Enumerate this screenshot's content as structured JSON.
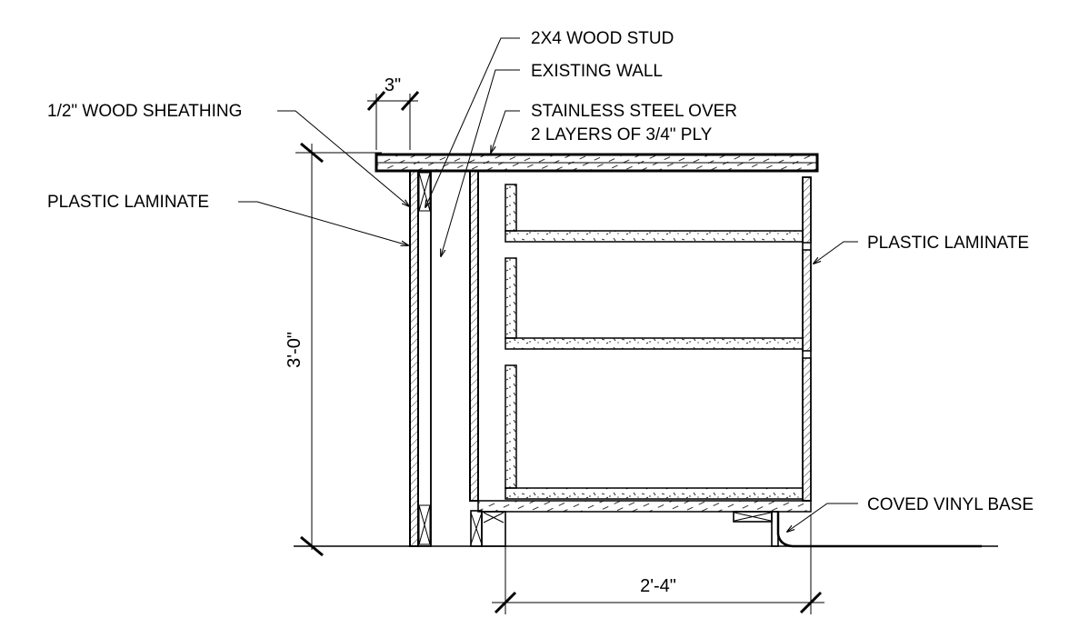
{
  "labels": {
    "wood_stud": "2X4 WOOD STUD",
    "existing_wall": "EXISTING WALL",
    "stainless_line1": "STAINLESS STEEL OVER",
    "stainless_line2": "2 LAYERS OF 3/4\" PLY",
    "sheathing": "1/2\" WOOD SHEATHING",
    "laminate_left": "PLASTIC LAMINATE",
    "laminate_right": "PLASTIC LAMINATE",
    "coved_base": "COVED VINYL BASE"
  },
  "dimensions": {
    "sheathing_offset": "3\"",
    "height": "3'-0\"",
    "depth": "2'-4\""
  }
}
